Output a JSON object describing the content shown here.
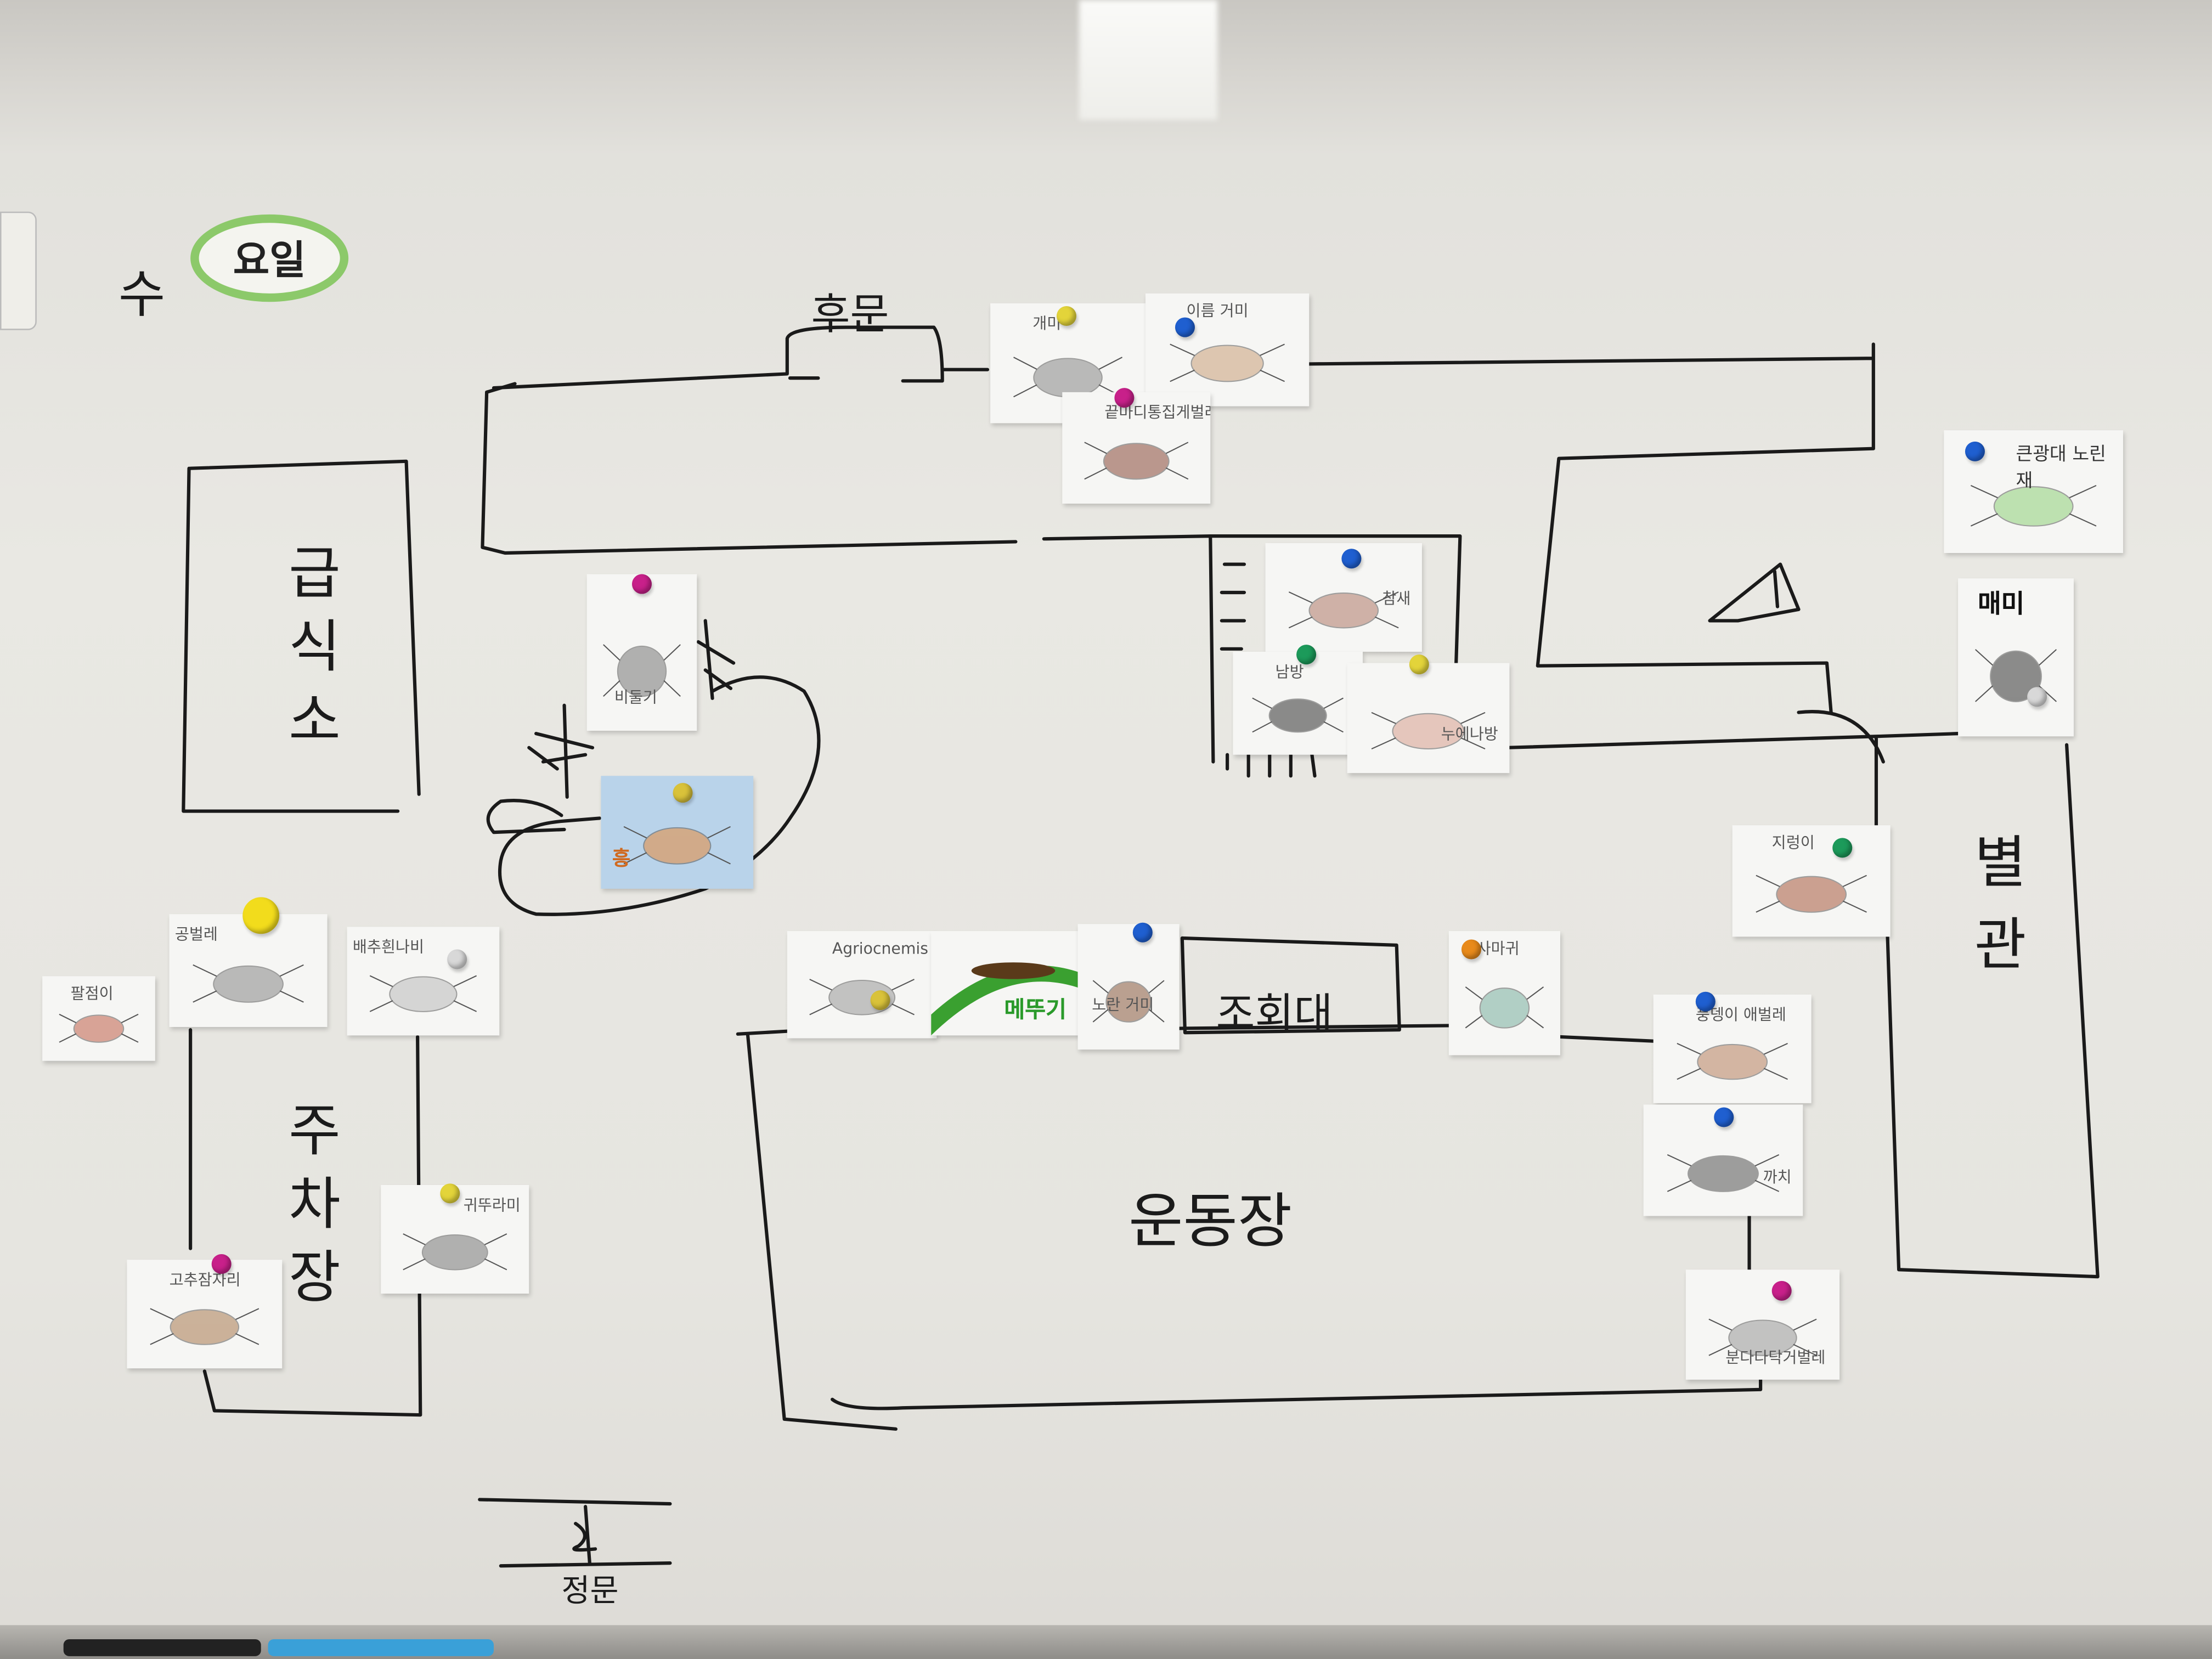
{
  "board": {
    "day_prefix": "수",
    "day_label": "요일"
  },
  "map_labels": {
    "back_gate": "후문",
    "cafeteria": "급식소",
    "parking": "주차장",
    "main_gate": "정문",
    "playground": "운동장",
    "podium": "조회대",
    "annex": "별관"
  },
  "cards": [
    {
      "name": "개미",
      "pin": "#e3d43a"
    },
    {
      "name": "이름 거미",
      "pin": "#1f5fd0"
    },
    {
      "name": "끝마디통집게벌레",
      "pin": "#c8208a"
    },
    {
      "name": "큰광대 노린재",
      "pin": "#1f5fd0"
    },
    {
      "name": "매미",
      "pin": "#d8d8d8"
    },
    {
      "name": "비둘기",
      "pin": "#c8208a"
    },
    {
      "name": "흥",
      "pin": "#d9c23a"
    },
    {
      "name": "참새",
      "pin": "#1f5fd0"
    },
    {
      "name": "남방",
      "pin": "#1c9a5a"
    },
    {
      "name": "누에나방",
      "pin": "#e3d43a"
    },
    {
      "name": "지렁이",
      "pin": "#1c9a5a"
    },
    {
      "name": "풍뎅이 애벌레",
      "pin": "#1f5fd0"
    },
    {
      "name": "까치",
      "pin": "#1f5fd0"
    },
    {
      "name": "분다다닥거벌레",
      "pin": "#c8208a"
    },
    {
      "name": "사마귀",
      "pin": "#e88a1a"
    },
    {
      "name": "Agriocnemis",
      "pin": "#d9c23a"
    },
    {
      "name": "메뚜기",
      "pin": ""
    },
    {
      "name": "노란 거미",
      "pin": "#1f5fd0"
    },
    {
      "name": "팔점이",
      "pin": ""
    },
    {
      "name": "공벌레",
      "pin": "#f2dc1c"
    },
    {
      "name": "배추흰나비",
      "pin": "#d8d8d8"
    },
    {
      "name": "고추잠자리",
      "pin": "#c8208a"
    },
    {
      "name": "귀뚜라미",
      "pin": "#e3d43a"
    }
  ]
}
